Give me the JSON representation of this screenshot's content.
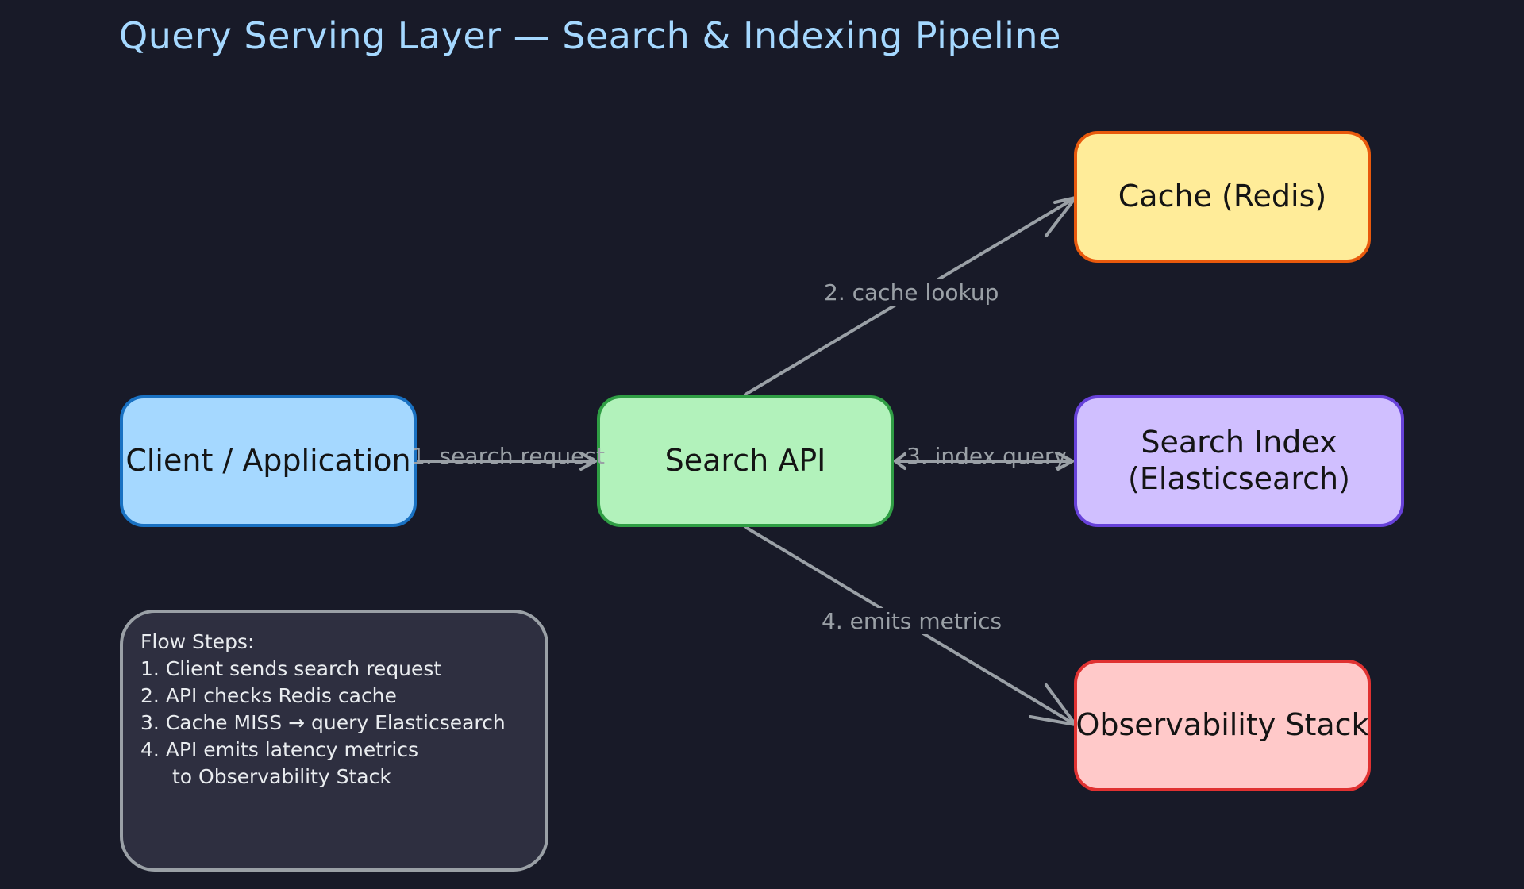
{
  "title": "Query Serving Layer — Search & Indexing Pipeline",
  "nodes": {
    "client": {
      "label": "Client / Application"
    },
    "api": {
      "label": "Search API"
    },
    "cache": {
      "label": "Cache (Redis)"
    },
    "index": {
      "label_line1": "Search Index",
      "label_line2": "(Elasticsearch)"
    },
    "observability": {
      "label": "Observability Stack"
    }
  },
  "edges": {
    "search_request": "1. search request",
    "cache_lookup": "2. cache lookup",
    "index_query": "3. index query",
    "emits_metrics": "4. emits metrics"
  },
  "notes": {
    "heading": "Flow Steps:",
    "step1": "1. Client sends search request",
    "step2": "2. API checks Redis cache",
    "step3": "3. Cache MISS → query Elasticsearch",
    "step4": "4. API emits latency metrics",
    "step4_cont": "to Observability Stack"
  },
  "colors": {
    "background": "#181a28",
    "title": "#a5d8ff",
    "arrow": "#9aa0a6",
    "client_fill": "#a5d8ff",
    "client_stroke": "#1971c2",
    "api_fill": "#b2f2bb",
    "api_stroke": "#2f9e44",
    "cache_fill": "#ffec99",
    "cache_stroke": "#e8590c",
    "index_fill": "#d0bfff",
    "index_stroke": "#6741d9",
    "obs_fill": "#ffc9c9",
    "obs_stroke": "#e03131"
  }
}
